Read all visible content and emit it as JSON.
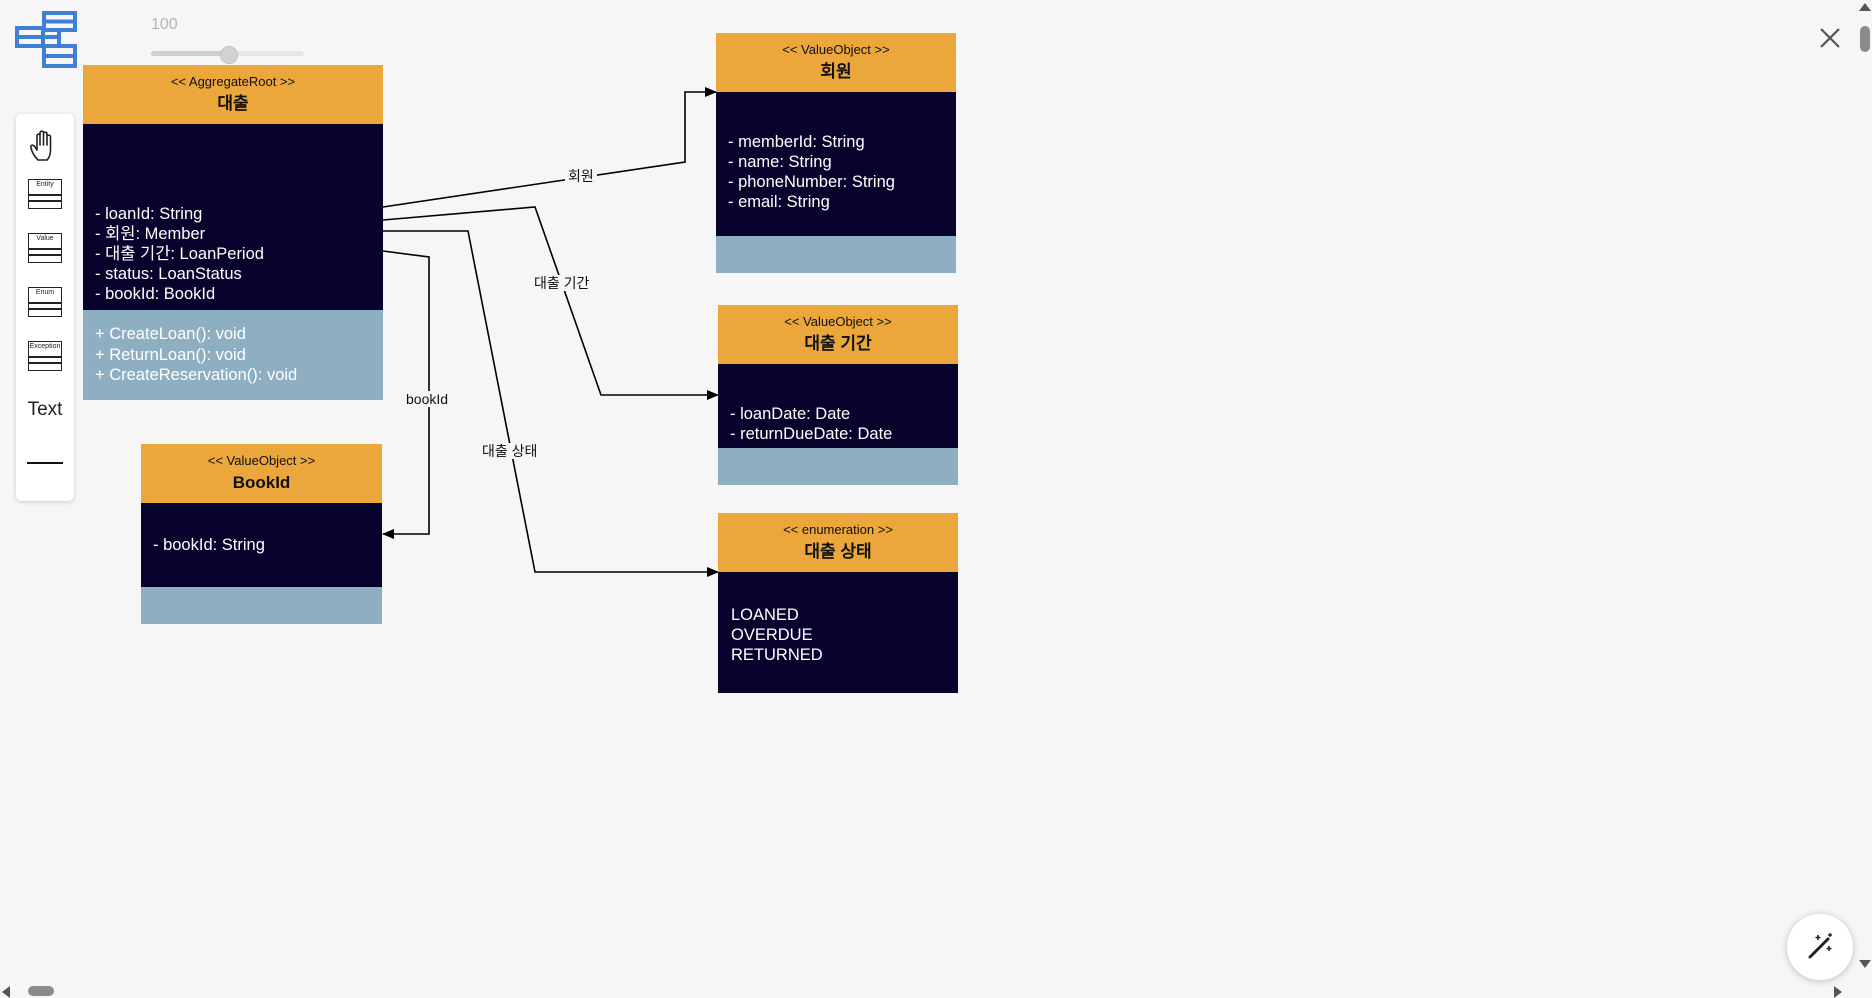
{
  "toolbar": {
    "zoom_value": "100",
    "zoom_level": 0.5,
    "tools": {
      "hand": "hand-tool",
      "entity_label": "Entity",
      "value_label": "Value",
      "enum_label": "Enum",
      "exception_label": "Exception",
      "text_label": "Text",
      "line": "line-tool"
    }
  },
  "colors": {
    "header": "#eba73b",
    "attributes": "#07032d",
    "methods": "#8eafc2",
    "logo": "#3f7fd4",
    "background": "#f6f6f6"
  },
  "icons": {
    "logo": "window-stack-icon",
    "close": "close-icon",
    "magic": "magic-wand-icon"
  },
  "boxes": {
    "loan": {
      "stereotype": "<< AggregateRoot >>",
      "name": "대출",
      "attributes": [
        "- loanId: String",
        "- 회원: Member",
        "- 대출 기간: LoanPeriod",
        "- status: LoanStatus",
        "- bookId: BookId"
      ],
      "methods": [
        "+ CreateLoan(): void",
        "+ ReturnLoan(): void",
        "+ CreateReservation(): void"
      ]
    },
    "member": {
      "stereotype": "<< ValueObject >>",
      "name": "회원",
      "attributes": [
        "- memberId: String",
        "- name: String",
        "- phoneNumber: String",
        "- email: String"
      ]
    },
    "period": {
      "stereotype": "<< ValueObject >>",
      "name": "대출 기간",
      "attributes": [
        "- loanDate: Date",
        "- returnDueDate: Date"
      ]
    },
    "status": {
      "stereotype": "<< enumeration >>",
      "name": "대출 상태",
      "values": [
        "LOANED",
        "OVERDUE",
        "RETURNED"
      ]
    },
    "bookid": {
      "stereotype": "<< ValueObject >>",
      "name": "BookId",
      "attributes": [
        "- bookId: String"
      ]
    }
  },
  "edges": {
    "member": "회원",
    "period": "대출 기간",
    "status": "대출 상태",
    "bookid": "bookId"
  }
}
